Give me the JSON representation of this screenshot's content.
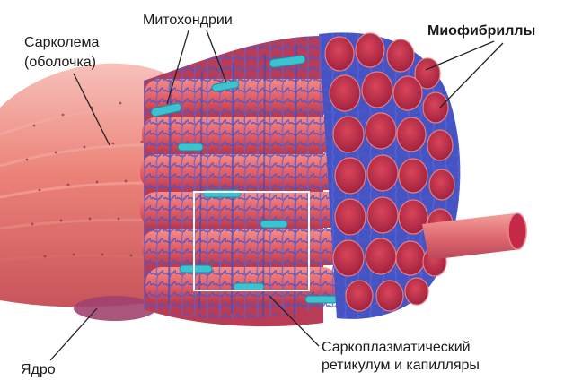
{
  "labels": {
    "mitochondria": "Митохондрии",
    "sarcolemma_line1": "Сарколема",
    "sarcolemma_line2": "(оболочка)",
    "myofibrils": "Миофибриллы",
    "sr_line1": "Саркоплазматический",
    "sr_line2": "ретикулум и капилляры",
    "nucleus": "Ядро"
  },
  "colors": {
    "sarcolemma": "#e8756d",
    "myofibril_side": "#e35e63",
    "myofibril_end": "#c42947",
    "reticulum": "#4b58c8",
    "mitochondria": "#3cc3cf",
    "nucleus": "#a0426e",
    "leader_line": "#222222",
    "highlight_box": "#ffffff"
  }
}
